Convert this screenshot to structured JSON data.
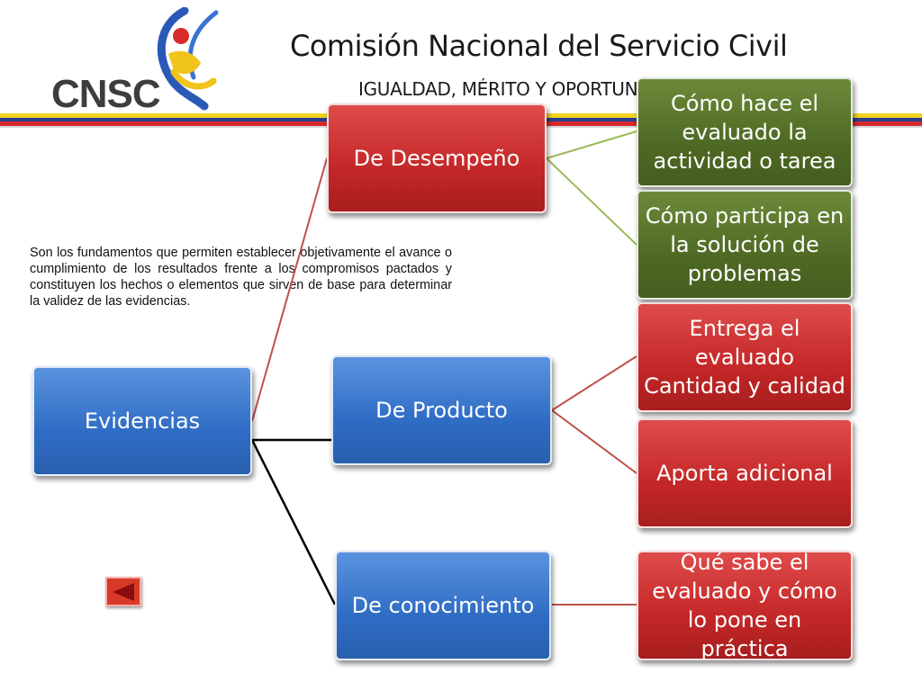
{
  "header": {
    "logo_text": "CNSC",
    "title": "Comisión Nacional del Servicio Civil",
    "subtitle": "IGUALDAD, MÉRITO Y OPORTUNIDAD"
  },
  "description": "Son los fundamentos que permiten establecer objetivamente el avance o cumplimiento de los resultados frente a los compromisos pactados y constituyen los hechos o elementos que sirven de base para determinar la validez de las evidencias.",
  "diagram": {
    "root": "Evidencias",
    "categories": {
      "desempeno": "De Desempeño",
      "producto": "De Producto",
      "conocimiento": "De conocimiento"
    },
    "items": {
      "como_hace": "Cómo hace el evaluado la actividad o tarea",
      "como_participa": "Cómo participa en la solución de problemas",
      "entrega": "Entrega el evaluado Cantidad y calidad",
      "aporta": "Aporta adicional",
      "que_sabe": "Qué sabe el evaluado y cómo lo pone en práctica"
    }
  },
  "colors": {
    "blue": "#2f6cc4",
    "red": "#c42727",
    "green": "#4f6a24",
    "stripe_yellow": "#f2d21b",
    "stripe_blue": "#2b3f8f",
    "stripe_red": "#d62a2a"
  },
  "icons": {
    "back": "triangle-left-icon",
    "logo": "cnsc-figure-logo"
  }
}
